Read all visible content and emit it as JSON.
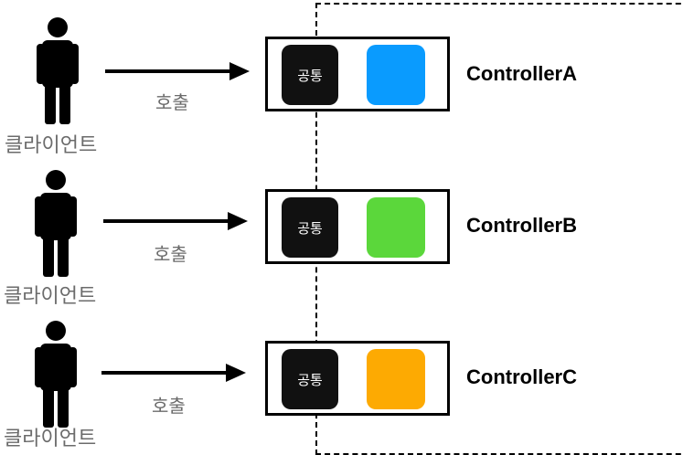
{
  "client_label": "클라이언트",
  "call_label": "호출",
  "common_label": "공통",
  "controllers": [
    {
      "label": "ControllerA",
      "color": "#0A9BFE"
    },
    {
      "label": "ControllerB",
      "color": "#5BD73B"
    },
    {
      "label": "ControllerC",
      "color": "#FDAA02"
    }
  ],
  "colors": {
    "person": "#000000",
    "arrow": "#000000",
    "common_block": "#111111",
    "text_gray": "#6B6B6B"
  }
}
